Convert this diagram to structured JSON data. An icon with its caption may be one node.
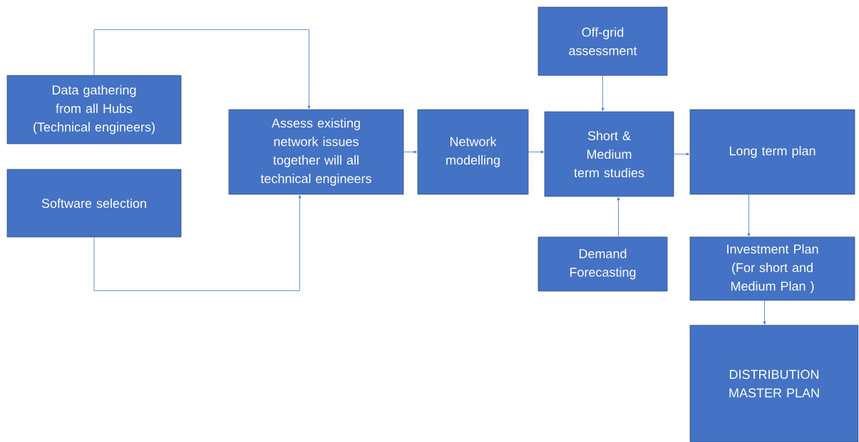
{
  "diagram": {
    "nodes": [
      {
        "text": [
          "Data gathering from all Hubs (Technical engineers)"
        ]
      },
      {
        "text": [
          "Software selection"
        ]
      },
      {
        "text": [
          "Assess existing network issues together will all technical engineers"
        ]
      },
      {
        "text": [
          "Network modelling"
        ]
      },
      {
        "text": [
          "Off-grid assessment"
        ]
      },
      {
        "text": [
          "Short & Medium term studies"
        ]
      },
      {
        "text": [
          "Long term plan"
        ]
      },
      {
        "text": [
          "Demand Forecasting"
        ]
      },
      {
        "text": [
          "Investment Plan (For short and Medium Plan )"
        ]
      },
      {
        "text": [
          "DISTRIBUTION MASTER PLAN"
        ]
      }
    ],
    "edges": [
      {
        "from": 0,
        "to": 2,
        "arrow": "to"
      },
      {
        "from": 1,
        "to": 2,
        "arrow": "to"
      },
      {
        "from": 2,
        "to": 3,
        "arrow": "to"
      },
      {
        "from": 3,
        "to": 5,
        "arrow": "to"
      },
      {
        "from": 4,
        "to": 5,
        "arrow": "to"
      },
      {
        "from": 7,
        "to": 5,
        "arrow": "to"
      },
      {
        "from": 5,
        "to": 6,
        "arrow": "to"
      },
      {
        "from": 6,
        "to": 8,
        "arrow": "to"
      },
      {
        "from": 8,
        "to": 9,
        "arrow": "to"
      }
    ]
  }
}
